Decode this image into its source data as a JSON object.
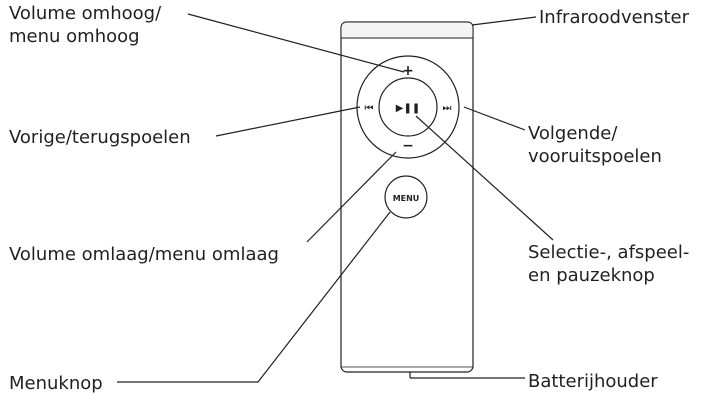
{
  "labels": {
    "volume_up": [
      "Volume omhoog/",
      "menu omhoog"
    ],
    "previous": "Vorige/terugspoelen",
    "volume_down": "Volume omlaag/menu omlaag",
    "menu_button": "Menuknop",
    "infrared": "Infraroodvenster",
    "next": [
      "Volgende/",
      "vooruitspoelen"
    ],
    "select_play": [
      "Selectie-, afspeel-",
      "en pauzeknop"
    ],
    "battery": "Batterijhouder"
  },
  "remote": {
    "plus_symbol": "+",
    "minus_symbol": "−",
    "previous_symbol": "⏮",
    "next_symbol": "⏭",
    "play_pause_symbol": "▶❚❚",
    "menu_text": "MENU"
  }
}
